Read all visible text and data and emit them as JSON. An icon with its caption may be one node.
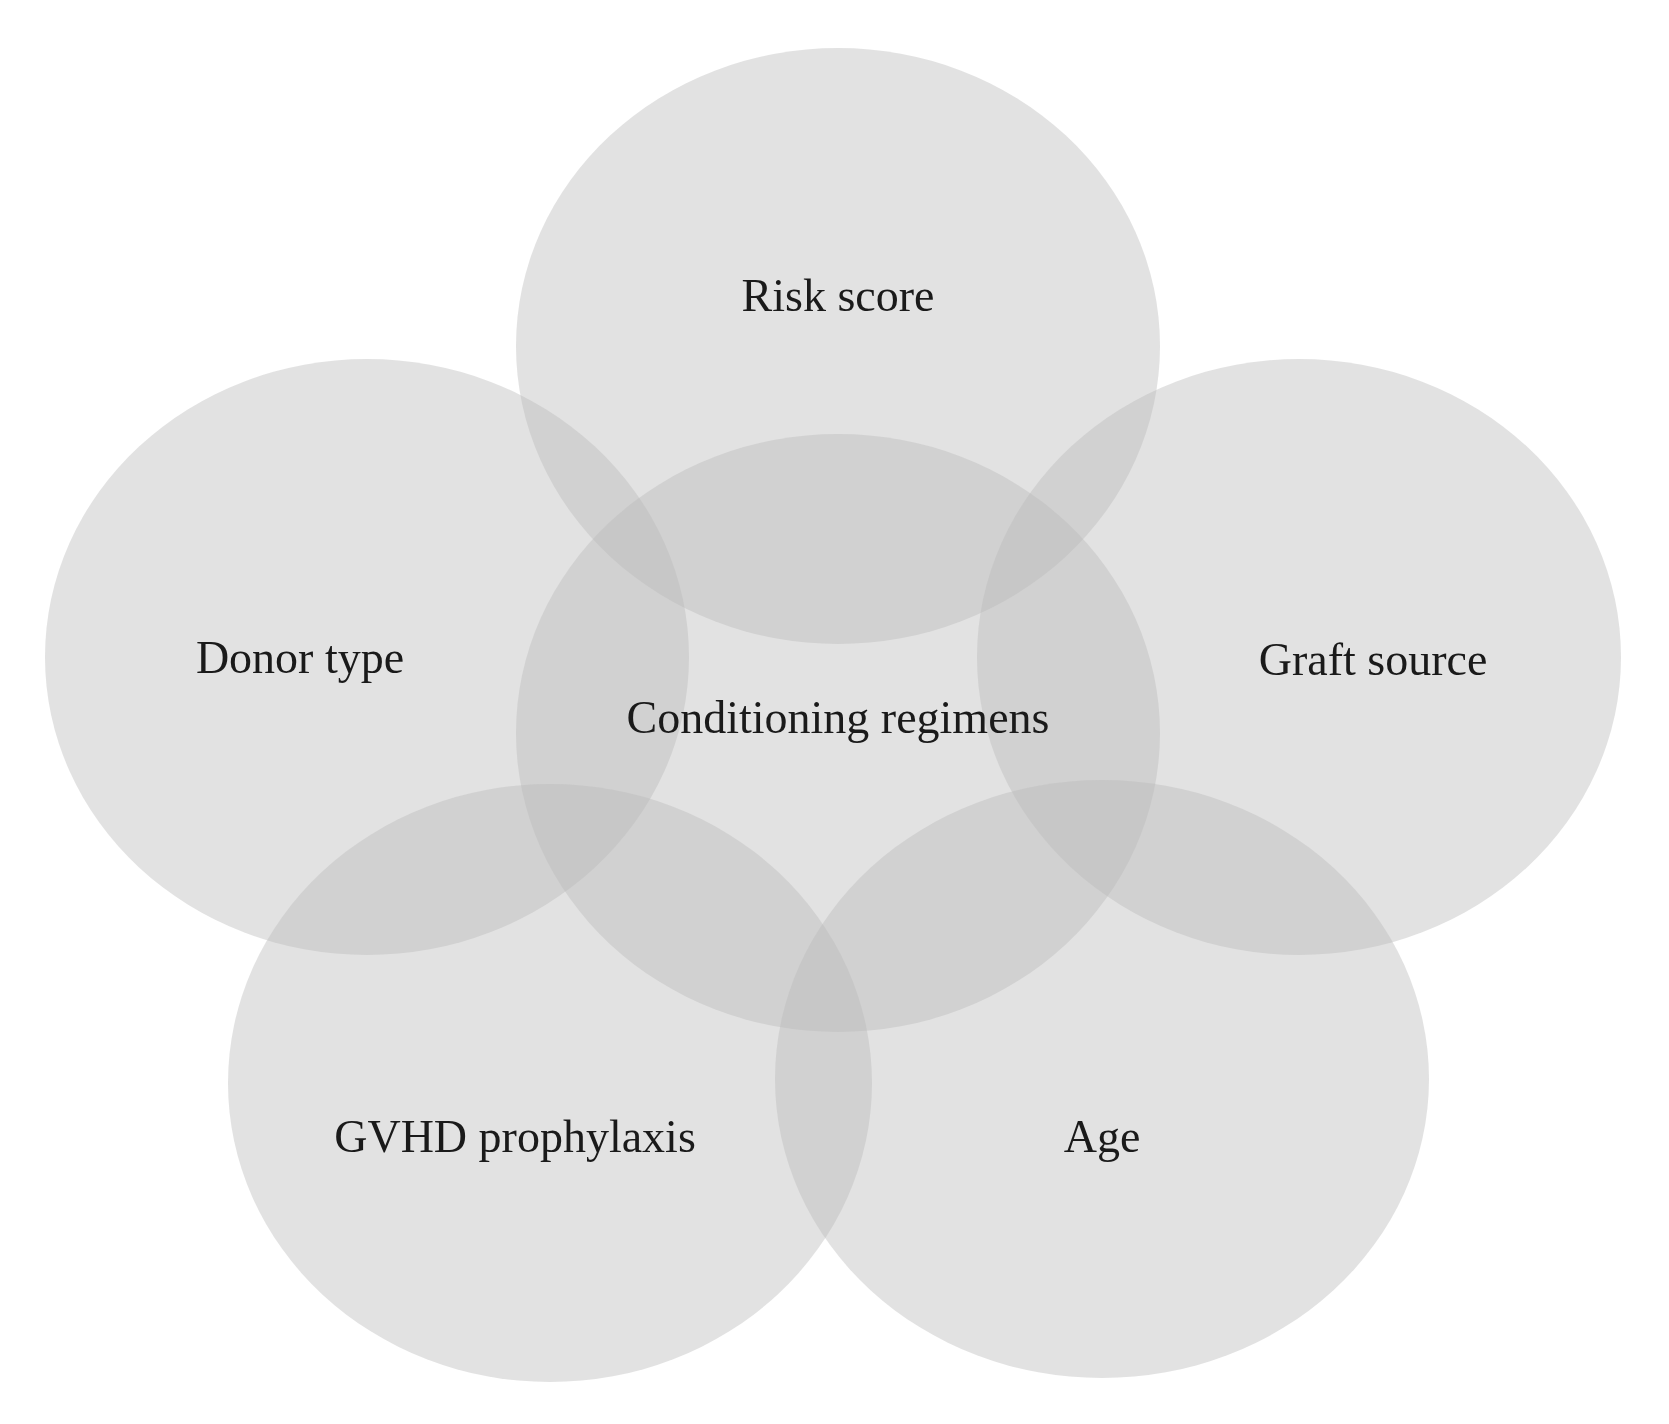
{
  "diagram": {
    "nodes": [
      {
        "text": [
          "Risk score"
        ]
      },
      {
        "text": [
          "Donor type"
        ]
      },
      {
        "text": [
          "Conditioning regimens"
        ]
      },
      {
        "text": [
          "Graft source"
        ]
      },
      {
        "text": [
          "GVHD prophylaxis"
        ]
      },
      {
        "text": [
          "Age"
        ]
      }
    ]
  }
}
